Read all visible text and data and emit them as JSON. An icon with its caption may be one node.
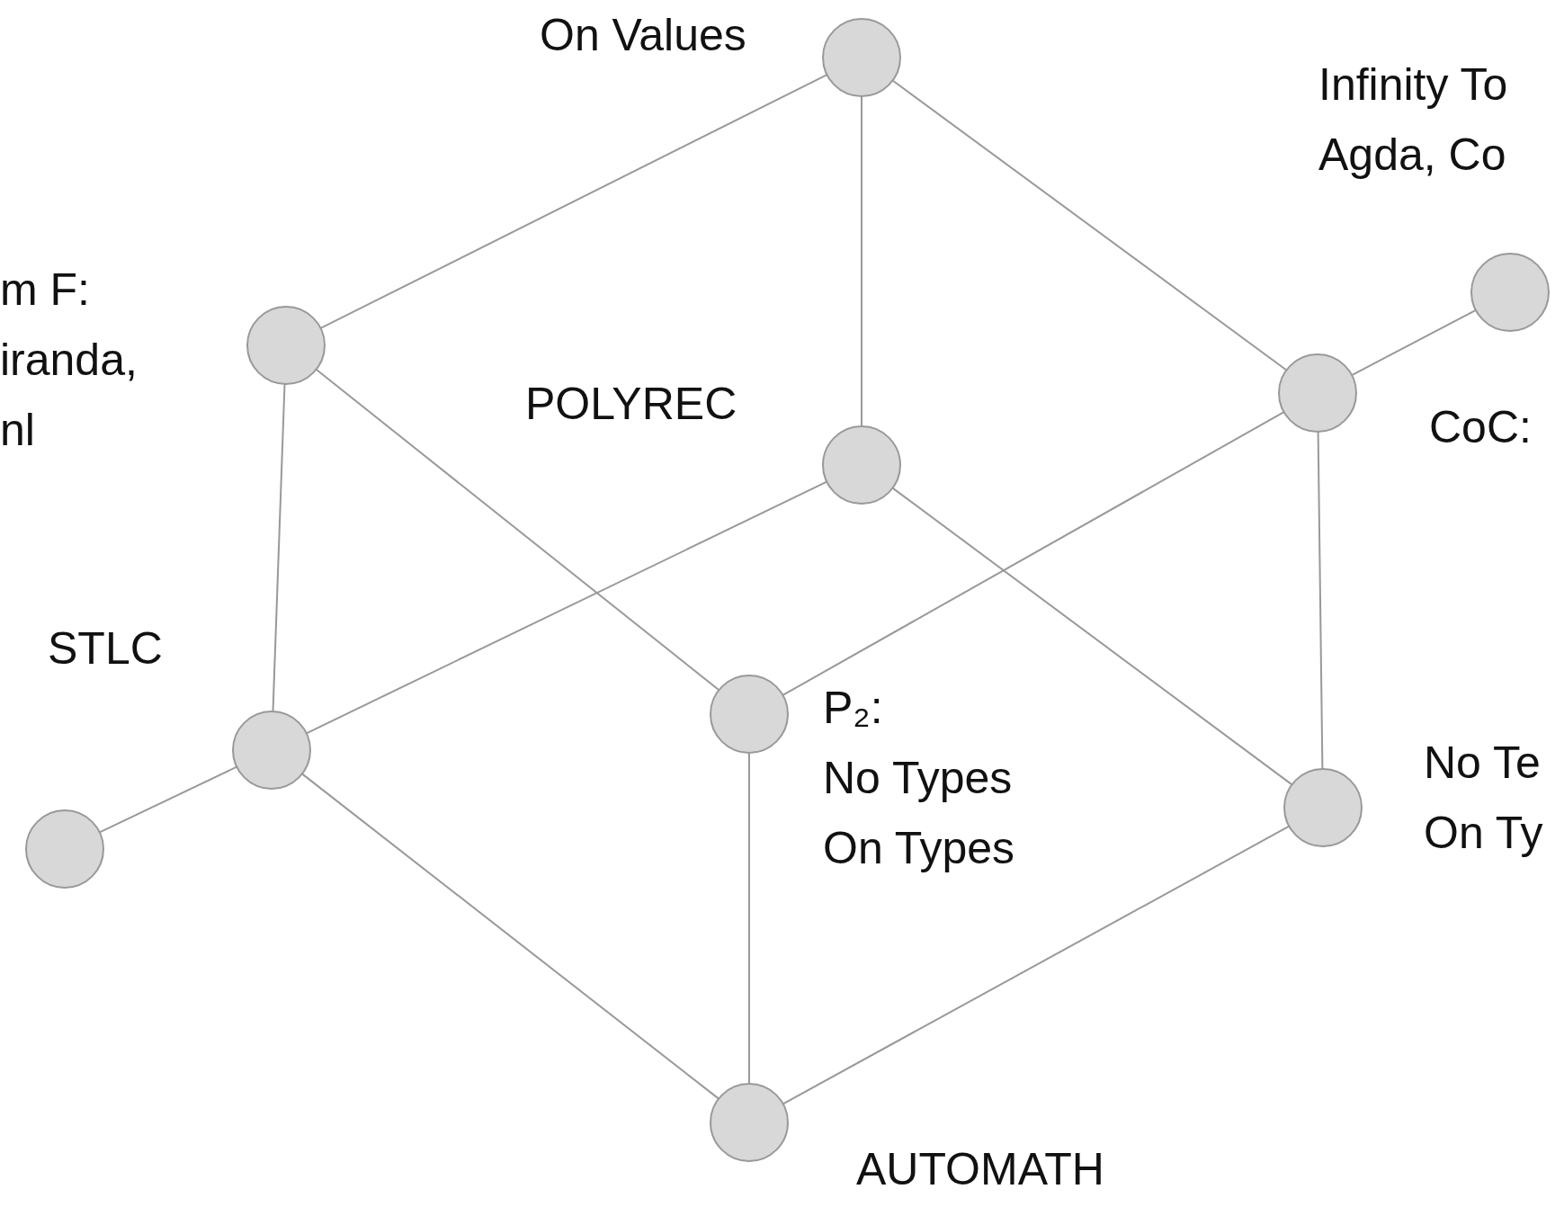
{
  "diagram": {
    "nodes": [
      {
        "text": [],
        "shape": "circle",
        "beside": [
          "On Values"
        ]
      },
      {
        "text": [],
        "shape": "circle",
        "beside": [
          "Infinity To Agda, Co"
        ]
      },
      {
        "text": [],
        "shape": "circle",
        "beside": [
          "m F: iranda, nl"
        ]
      },
      {
        "text": [],
        "shape": "circle",
        "beside": [
          "CoC:"
        ]
      },
      {
        "text": [],
        "shape": "circle",
        "beside": [
          "POLYREC"
        ]
      },
      {
        "text": [],
        "shape": "circle",
        "beside": [
          "P₂:",
          "No Types On Types"
        ]
      },
      {
        "text": [],
        "shape": "circle",
        "beside": [
          "STLC"
        ]
      },
      {
        "text": [],
        "shape": "circle",
        "beside": [
          "No Te On Ty"
        ]
      },
      {
        "text": [],
        "shape": "circle"
      },
      {
        "text": [],
        "shape": "circle",
        "beside": [
          "AUTOMATH"
        ]
      }
    ],
    "edges": [
      {
        "from": 0,
        "to": 2,
        "arrow": "none"
      },
      {
        "from": 0,
        "to": 4,
        "arrow": "none"
      },
      {
        "from": 0,
        "to": 3,
        "arrow": "none"
      },
      {
        "from": 2,
        "to": 6,
        "arrow": "none"
      },
      {
        "from": 2,
        "to": 5,
        "arrow": "none"
      },
      {
        "from": 4,
        "to": 6,
        "arrow": "none"
      },
      {
        "from": 4,
        "to": 7,
        "arrow": "none"
      },
      {
        "from": 3,
        "to": 1,
        "arrow": "none"
      },
      {
        "from": 3,
        "to": 5,
        "arrow": "none"
      },
      {
        "from": 3,
        "to": 7,
        "arrow": "none"
      },
      {
        "from": 6,
        "to": 8,
        "arrow": "none"
      },
      {
        "from": 6,
        "to": 9,
        "arrow": "none"
      },
      {
        "from": 5,
        "to": 9,
        "arrow": "none"
      },
      {
        "from": 7,
        "to": 9,
        "arrow": "none"
      }
    ]
  }
}
